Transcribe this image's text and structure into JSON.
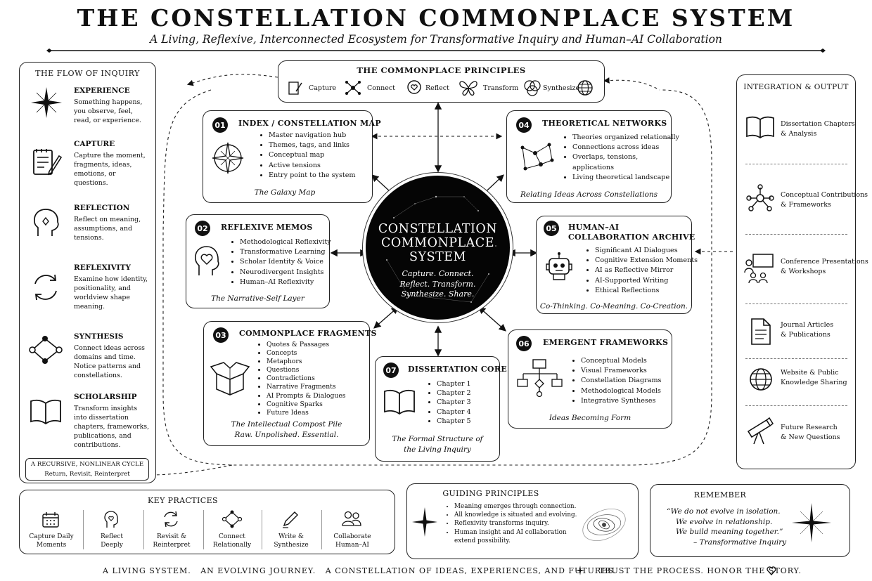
{
  "header": {
    "title": "THE CONSTELLATION COMMONPLACE SYSTEM",
    "subtitle": "A Living, Reflexive, Interconnected Ecosystem for Transformative Inquiry and Human–AI Collaboration"
  },
  "flow": {
    "title": "THE FLOW OF INQUIRY",
    "steps": [
      {
        "name": "EXPERIENCE",
        "text": "Something happens, you observe, feel, read, or experience.",
        "icon": "sparkle-icon"
      },
      {
        "name": "CAPTURE",
        "text": "Capture the moment, fragments, ideas, emotions, or questions.",
        "icon": "notepad-pencil-icon"
      },
      {
        "name": "REFLECTION",
        "text": "Reflect on meaning, assumptions, and tensions.",
        "icon": "head-icon"
      },
      {
        "name": "REFLEXIVITY",
        "text": "Examine how identity, positionality, and worldview shape meaning.",
        "icon": "cycle-icon"
      },
      {
        "name": "SYNTHESIS",
        "text": "Connect ideas across domains and time. Notice patterns and constellations.",
        "icon": "network-icon"
      },
      {
        "name": "SCHOLARSHIP",
        "text": "Transform insights into dissertation chapters, frameworks, publications, and contributions.",
        "icon": "book-icon"
      }
    ],
    "cycle_title": "A RECURSIVE, NONLINEAR CYCLE",
    "cycle_sub": "Return, Revisit, Reinterpret"
  },
  "principles": {
    "title": "THE COMMONPLACE PRINCIPLES",
    "items": [
      "Capture",
      "Connect",
      "Reflect",
      "Transform",
      "Synthesize"
    ]
  },
  "center": {
    "title_lines": [
      "CONSTELLATION",
      "COMMONPLACE",
      "SYSTEM"
    ],
    "tag_lines": [
      "Capture. Connect.",
      "Reflect. Transform.",
      "Synthesize. Share."
    ]
  },
  "modules": {
    "m01": {
      "num": "01",
      "title": "INDEX / CONSTELLATION MAP",
      "items": [
        "Master navigation hub",
        "Themes, tags, and links",
        "Conceptual map",
        "Active tensions",
        "Entry point to the system"
      ],
      "tag": "The Galaxy Map"
    },
    "m02": {
      "num": "02",
      "title": "REFLEXIVE MEMOS",
      "items": [
        "Methodological Reflexivity",
        "Transformative Learning",
        "Scholar Identity & Voice",
        "Neurodivergent Insights",
        "Human–AI Reflexivity"
      ],
      "tag": "The Narrative-Self Layer"
    },
    "m03": {
      "num": "03",
      "title": "COMMONPLACE FRAGMENTS",
      "items": [
        "Quotes & Passages",
        "Concepts",
        "Metaphors",
        "Questions",
        "Contradictions",
        "Narrative Fragments",
        "AI Prompts & Dialogues",
        "Cognitive Sparks",
        "Future Ideas"
      ],
      "tag1": "The Intellectual Compost Pile",
      "tag2": "Raw. Unpolished. Essential."
    },
    "m04": {
      "num": "04",
      "title": "THEORETICAL NETWORKS",
      "items": [
        "Theories organized relationally",
        "Connections across ideas",
        "Overlaps, tensions, applications",
        "Living theoretical landscape"
      ],
      "tag": "Relating Ideas Across Constellations"
    },
    "m05": {
      "num": "05",
      "title1": "HUMAN–AI",
      "title2": "COLLABORATION ARCHIVE",
      "items": [
        "Significant AI Dialogues",
        "Cognitive Extension Moments",
        "AI as Reflective Mirror",
        "AI-Supported Writing",
        "Ethical Reflections"
      ],
      "tag": "Co-Thinking. Co-Meaning. Co-Creation."
    },
    "m06": {
      "num": "06",
      "title": "EMERGENT FRAMEWORKS",
      "items": [
        "Conceptual Models",
        "Visual Frameworks",
        "Constellation Diagrams",
        "Methodological Models",
        "Integrative Syntheses"
      ],
      "tag": "Ideas Becoming Form"
    },
    "m07": {
      "num": "07",
      "title": "DISSERTATION CORE",
      "items": [
        "Chapter 1",
        "Chapter 2",
        "Chapter 3",
        "Chapter 4",
        "Chapter 5"
      ],
      "tag1": "The Formal Structure of",
      "tag2": "the Living Inquiry"
    }
  },
  "integration": {
    "title": "INTEGRATION & OUTPUT",
    "items": [
      {
        "l1": "Dissertation Chapters",
        "l2": "& Analysis",
        "icon": "open-book-icon"
      },
      {
        "l1": "Conceptual Contributions",
        "l2": "& Frameworks",
        "icon": "hub-icon"
      },
      {
        "l1": "Conference Presentations",
        "l2": "& Workshops",
        "icon": "presentation-icon"
      },
      {
        "l1": "Journal Articles",
        "l2": "& Publications",
        "icon": "document-icon"
      },
      {
        "l1": "Website & Public",
        "l2": "Knowledge Sharing",
        "icon": "globe-icon"
      },
      {
        "l1": "Future Research",
        "l2": "& New Questions",
        "icon": "telescope-icon"
      }
    ]
  },
  "key_practices": {
    "title": "KEY PRACTICES",
    "items": [
      {
        "l1": "Capture Daily",
        "l2": "Moments",
        "icon": "calendar-icon"
      },
      {
        "l1": "Reflect",
        "l2": "Deeply",
        "icon": "head-heart-icon"
      },
      {
        "l1": "Revisit &",
        "l2": "Reinterpret",
        "icon": "cycle-icon"
      },
      {
        "l1": "Connect",
        "l2": "Relationally",
        "icon": "network-icon"
      },
      {
        "l1": "Write &",
        "l2": "Synthesize",
        "icon": "pen-icon"
      },
      {
        "l1": "Collaborate",
        "l2": "Human–AI",
        "icon": "people-icon"
      }
    ]
  },
  "guiding": {
    "title": "GUIDING PRINCIPLES",
    "items": [
      "Meaning emerges through connection.",
      "All knowledge is situated and evolving.",
      "Reflexivity transforms inquiry.",
      "Human insight and AI collaboration extend possibility."
    ]
  },
  "remember": {
    "title": "REMEMBER",
    "q1": "“We do not evolve in isolation.",
    "q2": "We evolve in relationship.",
    "q3": "We build meaning together.”",
    "attr": "– Transformative Inquiry"
  },
  "footer": {
    "left": "A LIVING SYSTEM.   AN EVOLVING JOURNEY.   A CONSTELLATION OF IDEAS, EXPERIENCES, AND FUTURES.",
    "right": "TRUST THE PROCESS. HONOR THE STORY."
  }
}
